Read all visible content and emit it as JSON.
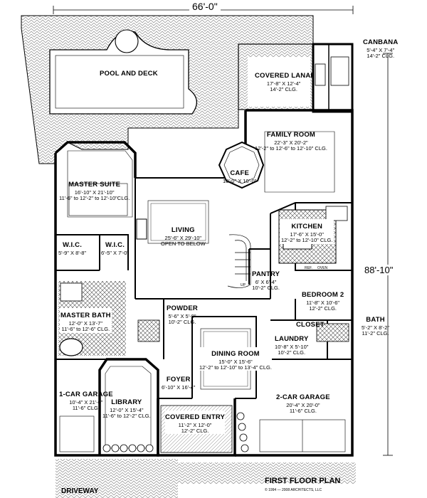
{
  "plan": {
    "title": "FIRST FLOOR PLAN",
    "copyright": "© 1994 — 2008 ARCHITECTS, LLC",
    "driveway": "DRIVEWAY",
    "overall_width": "66'-0\"",
    "overall_depth": "88'-10\""
  },
  "rooms": {
    "pool": {
      "name": "POOL AND DECK"
    },
    "canbana": {
      "name": "CANBANA",
      "dims": "5'-4\" X 7'-4\"",
      "clg": "14'-2\" CLG."
    },
    "lanai": {
      "name": "COVERED LANAI",
      "dims": "17'-8\" X 12'-4\"",
      "clg": "14'-2\" CLG."
    },
    "family": {
      "name": "FAMILY ROOM",
      "dims": "22'-3\" X 20'-2\"",
      "clg": "12'-2\" to 12'-6\" to 12'-10\" CLG."
    },
    "cafe": {
      "name": "CAFE",
      "dims": "10'-0\" X 10'-0\""
    },
    "master": {
      "name": "MASTER SUITE",
      "dims": "16'-10\" X 21'-10\"",
      "clg": "11'-6\" to 12'-2\" to 12'-10\"CLG."
    },
    "living": {
      "name": "LIVING",
      "dims": "25'-6\" X 29'-10\"",
      "clg": "OPEN TO BELOW"
    },
    "kitchen": {
      "name": "KITCHEN",
      "dims": "17'-6\" X 15'-0\"",
      "clg": "12'-2\" to 12'-10\" CLG."
    },
    "wic1": {
      "name": "W.I.C.",
      "dims": "5'-9\" X 8'-8\""
    },
    "wic2": {
      "name": "W.I.C.",
      "dims": "6'-5\" X 7'-0\""
    },
    "pantry": {
      "name": "PANTRY",
      "dims": "6' X 6'-4\"",
      "clg": "10'-2\" CLG."
    },
    "bedroom2": {
      "name": "BEDROOM 2",
      "dims": "11'-8\" X 10'-6\"",
      "clg": "12'-2\" CLG."
    },
    "powder": {
      "name": "POWDER",
      "dims": "5'-6\" X 5'-0\"",
      "clg": "10'-2\" CLG."
    },
    "masterbath": {
      "name": "MASTER BATH",
      "dims": "12'-0\" X 13'-7\"",
      "clg": "11'-6\" to 12'-6\" CLG."
    },
    "closet": {
      "name": "CLOSET"
    },
    "laundry": {
      "name": "LAUNDRY",
      "dims": "10'-8\" X 5'-10\"",
      "clg": "10'-2\" CLG."
    },
    "bath": {
      "name": "BATH",
      "dims": "5'-2\" X 8'-2\"",
      "clg": "11'-2\" CLG."
    },
    "dining": {
      "name": "DINING ROOM",
      "dims": "15'-0\" X 15'-6\"",
      "clg": "12'-2\" to 12'-10\" to 13'-4\" CLG."
    },
    "foyer": {
      "name": "FOYER",
      "dims": "6'-10\" X 16'-4\""
    },
    "garage1": {
      "name": "1-CAR GARAGE",
      "dims": "10'-4\" X 21'-0\"",
      "clg": "11'-6\" CLG."
    },
    "library": {
      "name": "LIBRARY",
      "dims": "12'-0\" X 15'-4\"",
      "clg": "11'-6\" to 12'-2\" CLG."
    },
    "entry": {
      "name": "COVERED ENTRY",
      "dims": "11'-2\" X 12'-0\"",
      "clg": "12'-2\" CLG."
    },
    "garage2": {
      "name": "2-CAR GARAGE",
      "dims": "20'-4\" X 20'-0\"",
      "clg": "11'-6\" CLG."
    }
  },
  "tags": {
    "ref": "REF.",
    "oven": "OVEN",
    "up": "UP"
  },
  "colors": {
    "line": "#000000",
    "paving": "#8c8c8c",
    "bg": "#ffffff"
  }
}
